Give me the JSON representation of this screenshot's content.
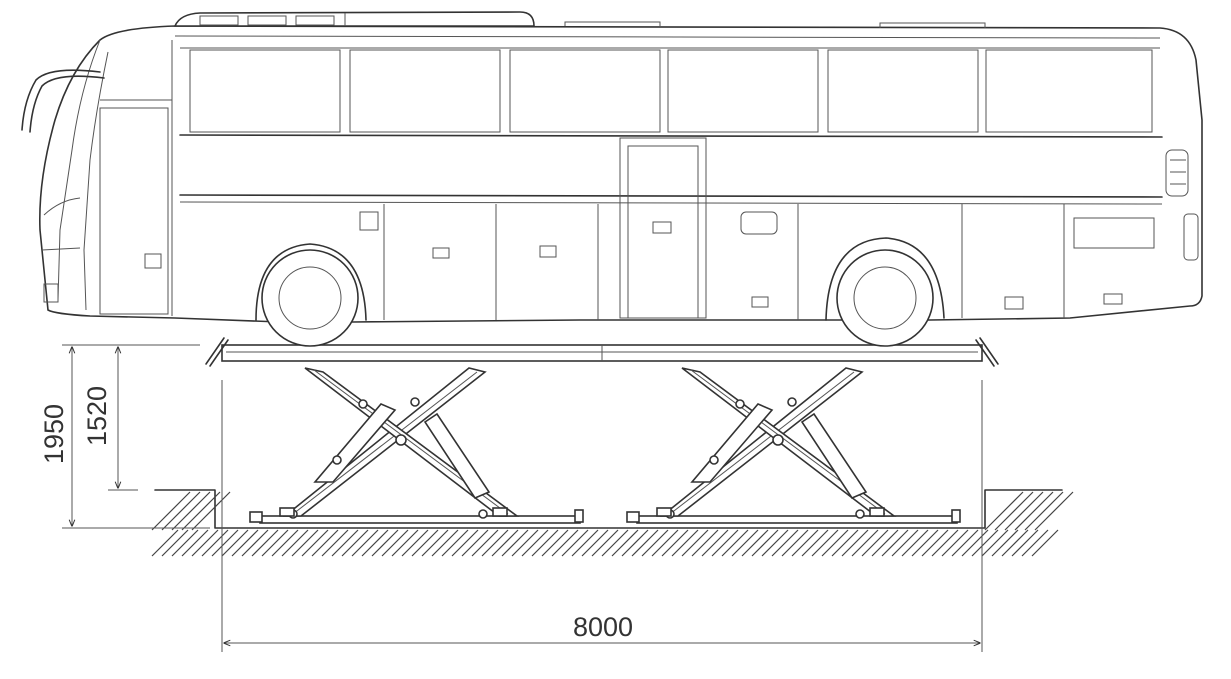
{
  "dimensions": {
    "total_height": "1950",
    "lift_height": "1520",
    "pit_length": "8000"
  },
  "colors": {
    "line": "#333333",
    "background": "#ffffff"
  }
}
